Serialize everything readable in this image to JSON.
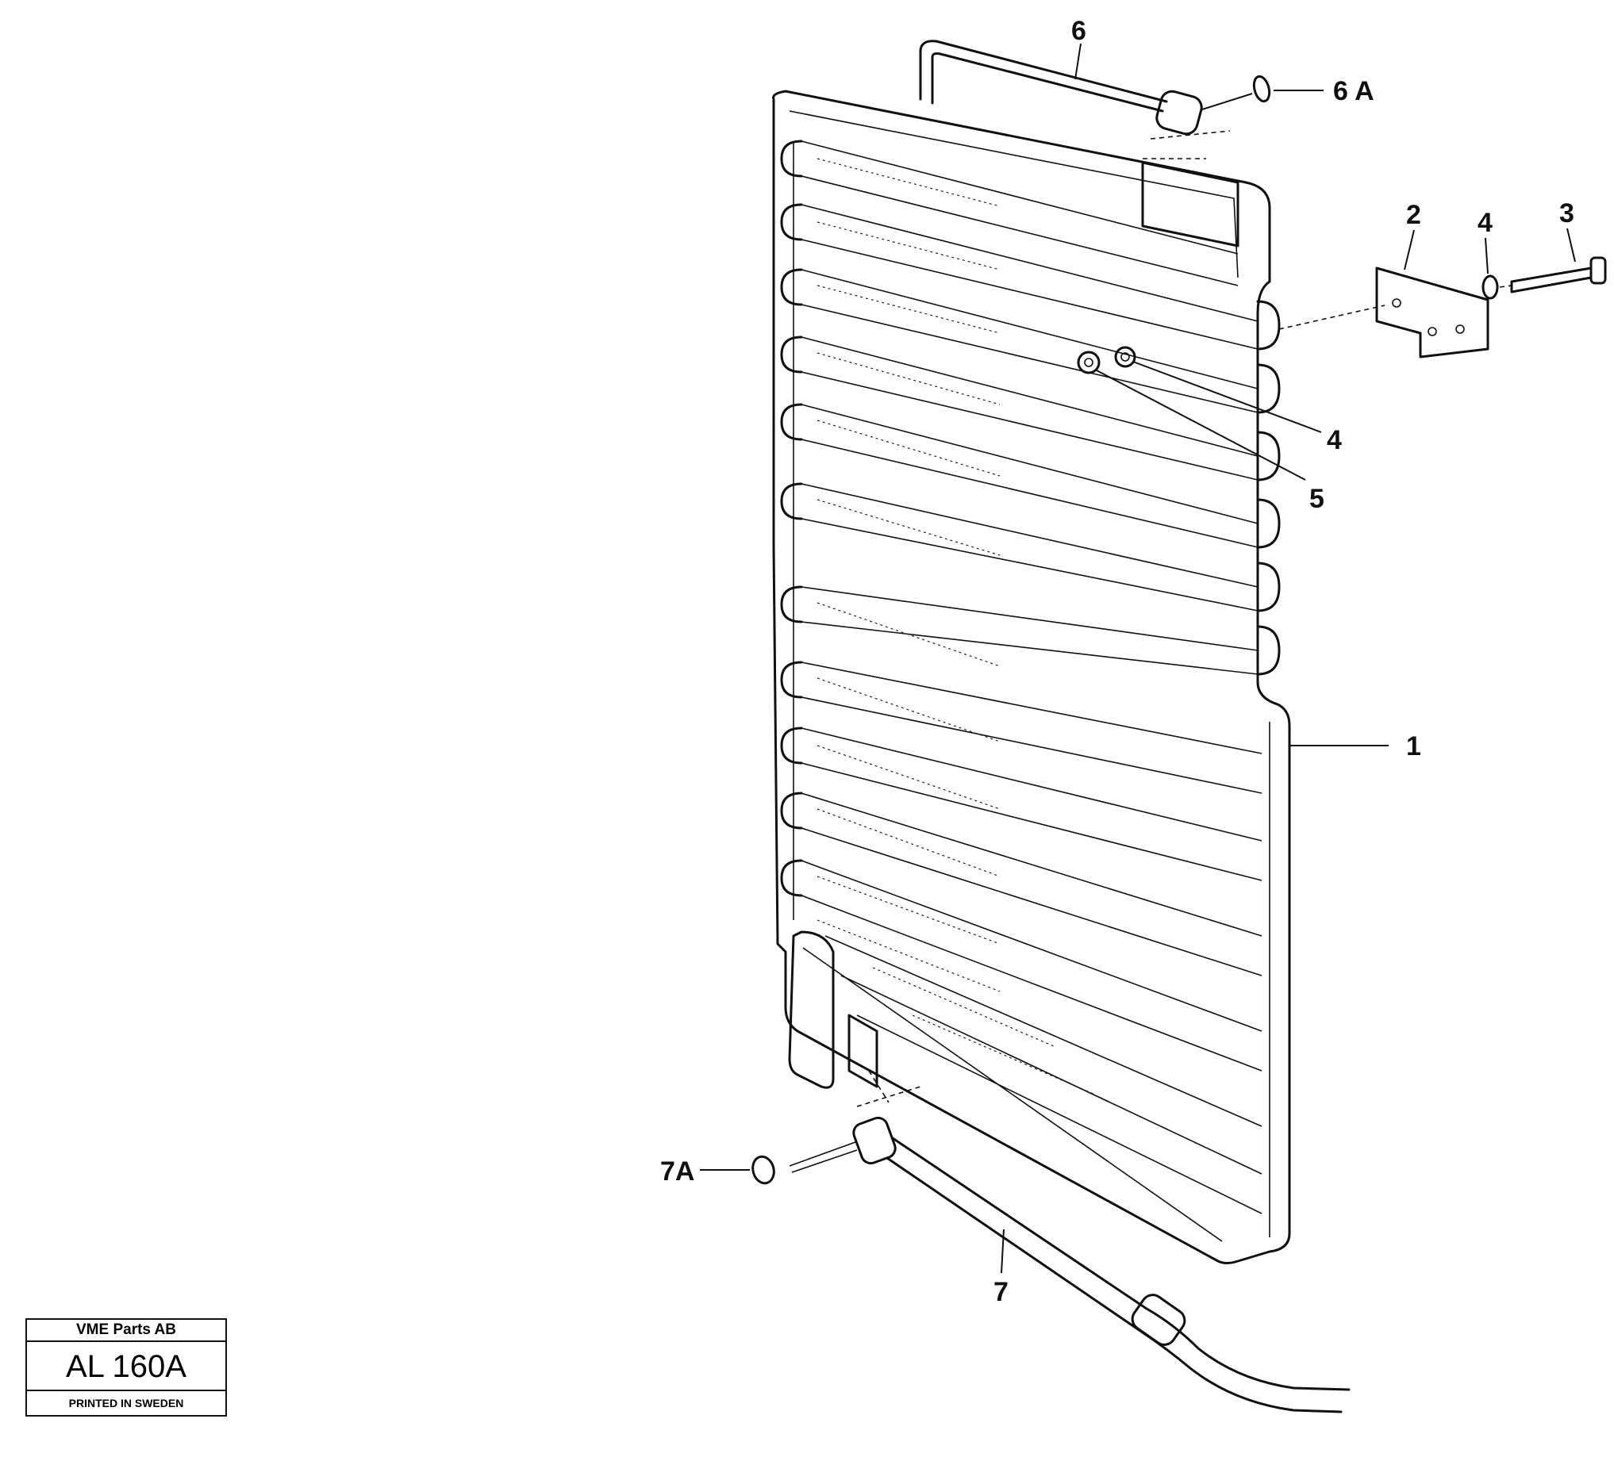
{
  "callouts": {
    "c1": "1",
    "c2": "2",
    "c3": "3",
    "c4_top": "4",
    "c4_mid": "4",
    "c5": "5",
    "c6": "6",
    "c6a": "6 A",
    "c7": "7",
    "c7a": "7A"
  },
  "title_block": {
    "company": "VME Parts AB",
    "drawing_code": "AL 160A",
    "printed": "PRINTED IN SWEDEN"
  }
}
